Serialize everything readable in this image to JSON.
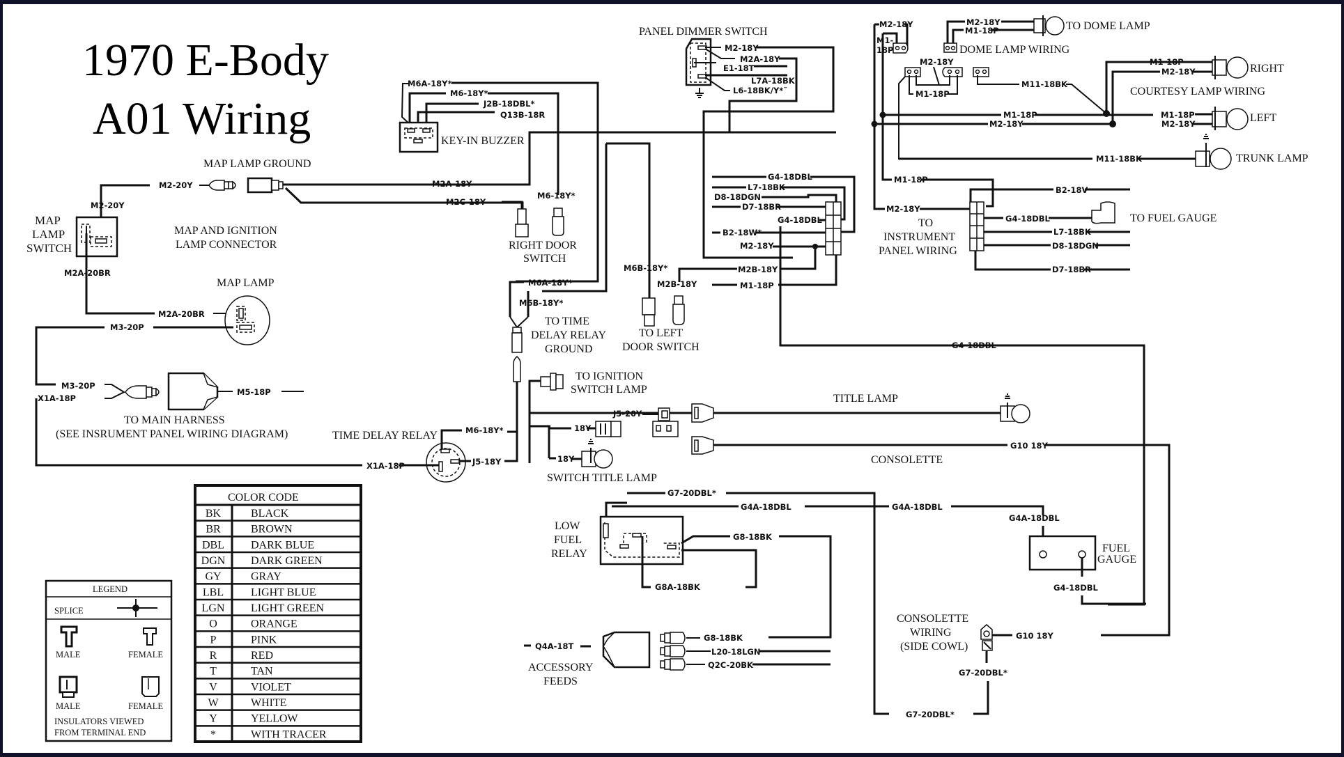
{
  "title": {
    "line1": "1970 E-Body",
    "line2": "A01 Wiring"
  },
  "components": {
    "map_lamp_ground": "MAP LAMP GROUND",
    "map_lamp_switch": [
      "MAP",
      "LAMP",
      "SWITCH"
    ],
    "map_ignition_connector": [
      "MAP AND IGNITION",
      "LAMP CONNECTOR"
    ],
    "map_lamp": "MAP LAMP",
    "key_in_buzzer": "KEY-IN BUZZER",
    "right_door_switch": [
      "RIGHT DOOR",
      "SWITCH"
    ],
    "panel_dimmer_switch": "PANEL DIMMER SWITCH",
    "to_time_delay_relay_ground": [
      "TO TIME",
      "DELAY RELAY",
      "GROUND"
    ],
    "to_left_door_switch": [
      "TO LEFT",
      "DOOR SWITCH"
    ],
    "to_main_harness": [
      "TO MAIN HARNESS",
      "(SEE INSRUMENT PANEL WIRING DIAGRAM)"
    ],
    "time_delay_relay": "TIME DELAY RELAY",
    "to_ignition_switch_lamp": [
      "TO IGNITION",
      "SWITCH LAMP"
    ],
    "title_lamp": "TITLE LAMP",
    "consolette": "CONSOLETTE",
    "switch_title_lamp": "SWITCH TITLE LAMP",
    "low_fuel_relay": [
      "LOW",
      "FUEL",
      "RELAY"
    ],
    "fuel_gauge": [
      "FUEL",
      "GAUGE"
    ],
    "accessory_feeds": [
      "ACCESSORY",
      "FEEDS"
    ],
    "consolette_wiring": [
      "CONSOLETTE",
      "WIRING",
      "(SIDE COWL)"
    ],
    "to_dome_lamp": "TO DOME LAMP",
    "dome_lamp_wiring": "DOME LAMP WIRING",
    "right": "RIGHT",
    "courtesy_lamp_wiring": "COURTESY LAMP WIRING",
    "left": "LEFT",
    "trunk_lamp": "TRUNK LAMP",
    "to_fuel_gauge": "TO FUEL GAUGE",
    "to_instrument_panel_wiring": [
      "TO",
      "INSTRUMENT",
      "PANEL WIRING"
    ]
  },
  "wires": {
    "m2_20y_a": "M2-20Y",
    "m2_20y_b": "M2-20Y",
    "m2a_20br_a": "M2A-20BR",
    "m2a_20br_b": "M2A-20BR",
    "m3_20p_a": "M3-20P",
    "m3_20p_b": "M3-20P",
    "x1a_18p_a": "X1A-18P",
    "x1a_18p_b": "X1A-18P",
    "m5_18p": "M5-18P",
    "m2a_18y": "M2A-18Y",
    "m2c_18y": "M2C-18Y",
    "m6a_18y_a": "M6A-18Y*",
    "m6_18y_a": "M6-18Y*",
    "j2b_18dbl": "J2B-18DBL*",
    "q13b_18r": "Q13B-18R",
    "m6_18y_b": "M6-18Y*",
    "m6a_18y_b": "M6A-18Y*",
    "m6b_18y_a": "M6B-18Y*",
    "m6b_18y_b": "M6B-18Y*",
    "m6_18y_c": "M6-18Y*",
    "j5_18y": "J5-18Y",
    "j5_20y": "J5-20Y",
    "y18_a": "18Y",
    "y18_b": "18Y",
    "pd_m2_18y": "M2-18Y",
    "pd_m2a_18y": "M2A-18Y",
    "pd_e1_18t": "E1-18T",
    "pd_l7a_18bk": "L7A-18BK",
    "pd_l6": "L6-18BK/Y*˜",
    "c_g4_18dbl_a": "G4-18DBL",
    "c_l7_18bk": "L7-18BK",
    "c_d8_18dgn": "D8-18DGN",
    "c_d7_18br": "D7-18BR",
    "c_g4_18dbl_b": "G4-18DBL",
    "c_b2_18w": "B2-18W*",
    "c_m2_18y": "M2-18Y",
    "c_m2b_18y_a": "M2B-18Y",
    "c_m2b_18y_b": "M2B-18Y",
    "c_m1_18p": "M1-18P",
    "g4_18dbl_long": "G4-18DBL",
    "g10_18y_a": "G10 18Y",
    "g10_18y_b": "G10 18Y",
    "g7_20dbl_a": "G7-20DBL*",
    "g4a_18dbl_a": "G4A-18DBL",
    "g4a_18dbl_b": "G4A-18DBL",
    "g4a_18dbl_c": "G4A-18DBL",
    "g8_18bk_a": "G8-18BK",
    "g8a_18bk": "G8A-18BK",
    "g4_18dbl_gauge": "G4-18DBL",
    "q4a_18t": "Q4A-18T",
    "g8_18bk_b": "G8-18BK",
    "l20_18lgn": "L20-18LGN",
    "q2c_20bk": "Q2C-20BK",
    "g7_20dbl_b": "G7-20DBL*",
    "g7_20dbl_c": "G7-20DBL*",
    "d_m2_18y_a": "M2-18Y",
    "d_m2_18y_b": "M2-18Y",
    "d_m1_18p_a": "M1-18P",
    "d_m1_18p_vert": [
      "M1-",
      "18P"
    ],
    "d_m2_18y_c": "M2-18Y",
    "d_m1_18p_b": "M1-18P",
    "d_m11_18bk_a": "M11-18BK",
    "d_m1_18p_c": "M1-18P",
    "d_m2_18y_d": "M2-18Y",
    "d_m1_18p_d": "M1-18P",
    "d_m2_18y_e": "M2-18Y",
    "d_m1_18p_e": "M1-18P",
    "d_m2_18y_f": "M2-18Y",
    "d_m11_18bk_b": "M11-18BK",
    "ip_m1_18p": "M1-18P",
    "ip_b2_18v": "B2-18V",
    "ip_m2_18y": "M2-18Y",
    "ip_g4_18dbl": "G4-18DBL",
    "ip_l7_18bk": "L7-18BK",
    "ip_d8_18dgn": "D8-18DGN",
    "ip_d7_18br": "D7-18BR"
  },
  "color_code": {
    "header": "COLOR  CODE",
    "rows": [
      {
        "code": "BK",
        "name": "BLACK"
      },
      {
        "code": "BR",
        "name": "BROWN"
      },
      {
        "code": "DBL",
        "name": "DARK BLUE"
      },
      {
        "code": "DGN",
        "name": "DARK GREEN"
      },
      {
        "code": "GY",
        "name": "GRAY"
      },
      {
        "code": "LBL",
        "name": "LIGHT BLUE"
      },
      {
        "code": "LGN",
        "name": "LIGHT GREEN"
      },
      {
        "code": "O",
        "name": "ORANGE"
      },
      {
        "code": "P",
        "name": "PINK"
      },
      {
        "code": "R",
        "name": "RED"
      },
      {
        "code": "T",
        "name": "TAN"
      },
      {
        "code": "V",
        "name": "VIOLET"
      },
      {
        "code": "W",
        "name": "WHITE"
      },
      {
        "code": "Y",
        "name": "YELLOW"
      },
      {
        "code": "*",
        "name": "WITH TRACER"
      }
    ]
  },
  "legend": {
    "header": "LEGEND",
    "splice": "SPLICE",
    "male_a": "MALE",
    "female_a": "FEMALE",
    "male_b": "MALE",
    "female_b": "FEMALE",
    "note": [
      "INSULATORS VIEWED",
      "FROM TERMINAL END"
    ]
  },
  "colors": {
    "ink": "#111111",
    "frame": "#10122a",
    "paper": "#ffffff"
  }
}
